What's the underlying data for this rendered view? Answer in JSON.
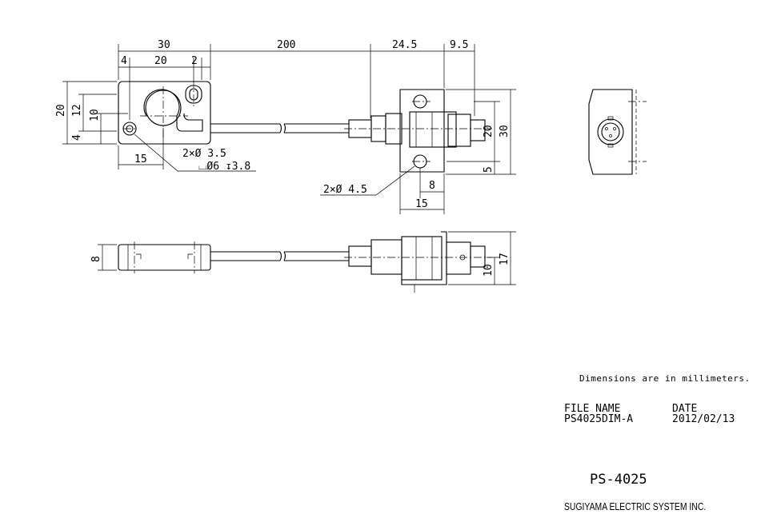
{
  "dimensions": {
    "top_30": "30",
    "top_200": "200",
    "top_24_5": "24.5",
    "top_9_5": "9.5",
    "top_4": "4",
    "top_20": "20",
    "top_2": "2",
    "left_20": "20",
    "left_12": "12",
    "left_10": "10",
    "left_4": "4",
    "bottom_15": "15",
    "hole_note_1": "2×Ø 3.5",
    "hole_note_2": "⌴Ø6 ↧3.8",
    "hole_note_3": "2×Ø 4.5",
    "bracket_8": "8",
    "bracket_15": "15",
    "right_20": "20",
    "right_30": "30",
    "right_5": "5",
    "side_8": "8",
    "side_10": "10",
    "side_17": "17"
  },
  "notes": {
    "units": "Dimensions are in millimeters.",
    "file_name_label": "FILE NAME",
    "file_name": "PS4025DIM-A",
    "date_label": "DATE",
    "date": "2012/02/13",
    "model": "PS-4025",
    "company": "SUGIYAMA ELECTRIC SYSTEM INC."
  }
}
